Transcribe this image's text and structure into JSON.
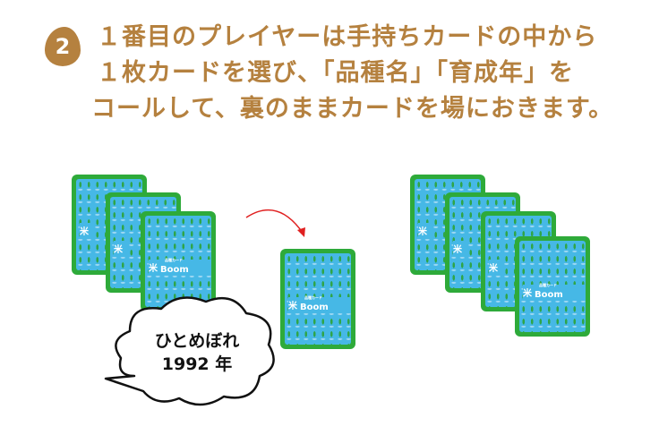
{
  "step_number": "2",
  "instruction_lines": [
    "１番目のプレイヤーは手持ちカードの中から",
    "１枚カードを選び、「品種名」「育成年」を",
    "コールして、裏のままカードを場におきます。"
  ],
  "card": {
    "label": "品種カード",
    "brand": "Boom",
    "icon": "rice-kanji",
    "icon_glyph": "米"
  },
  "speech_bubble": {
    "variety": "ひとめぼれ",
    "year": "1992 年"
  },
  "colors": {
    "accent": "#b5813f",
    "card_border": "#2eaa3a",
    "card_face": "#46b8e6",
    "arrow": "#e02020"
  }
}
